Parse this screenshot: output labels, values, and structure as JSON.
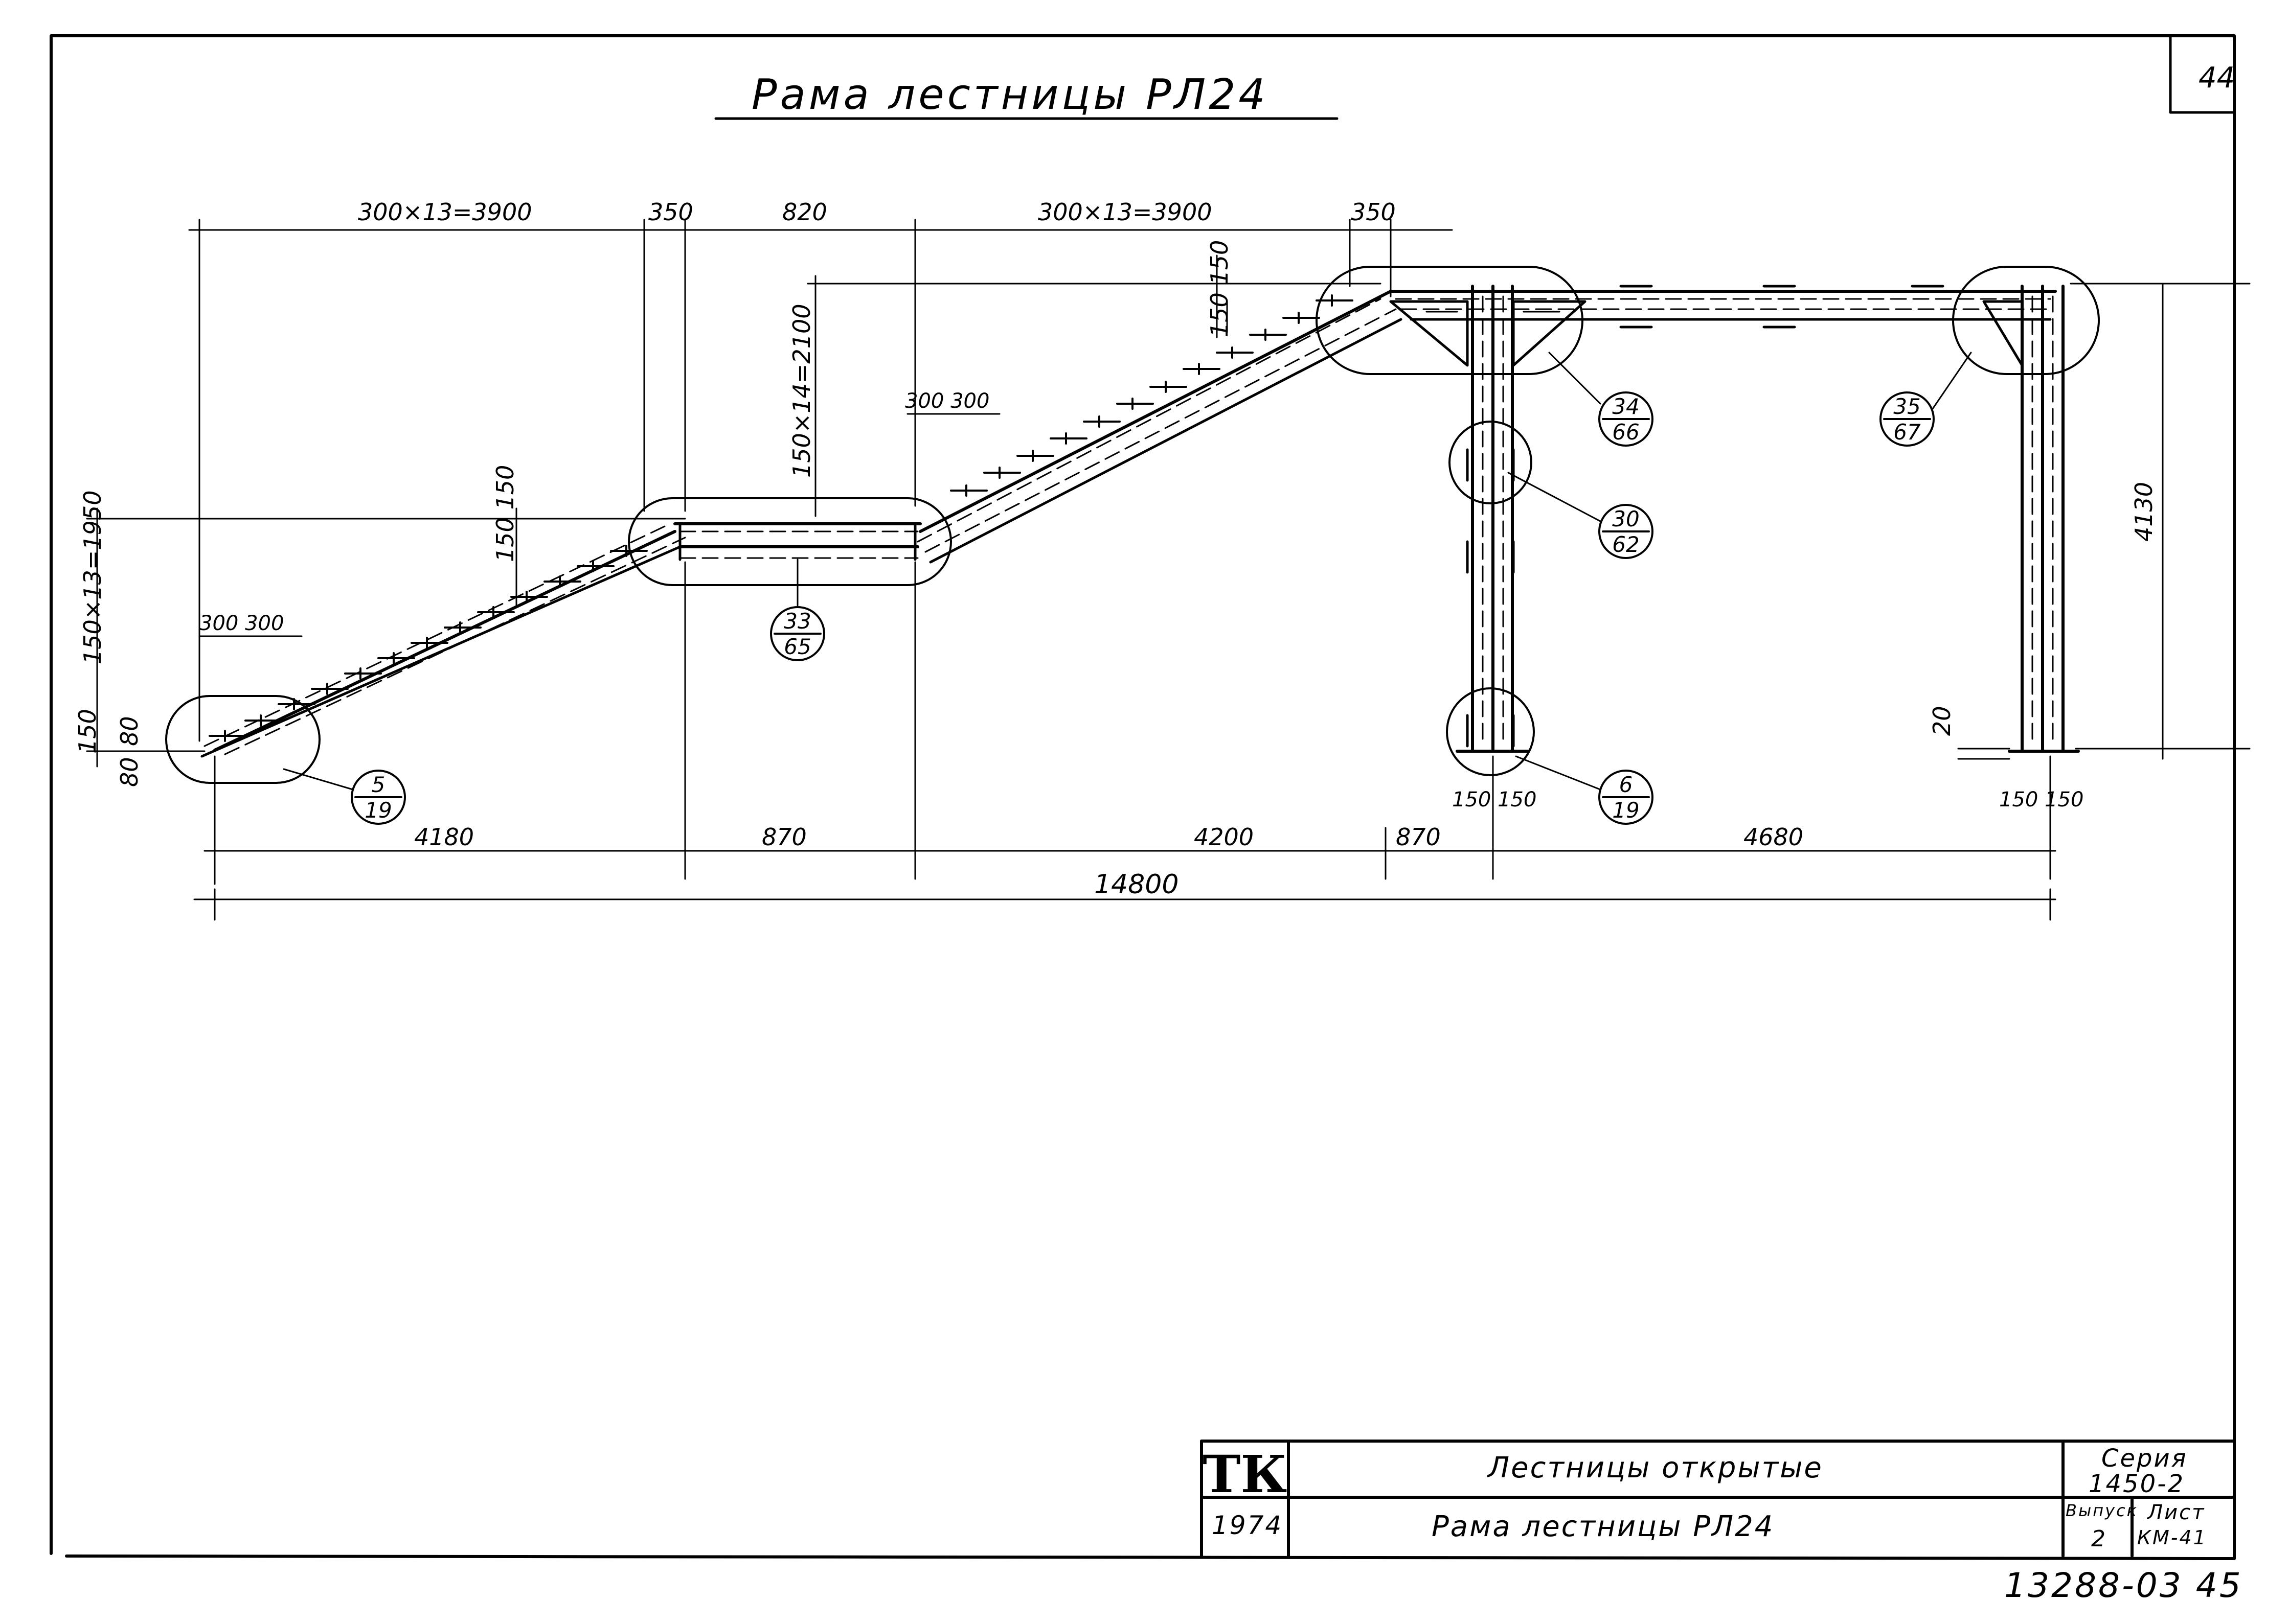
{
  "title": "Рама лестницы РЛ24",
  "sheet_number": "44",
  "document_code": "13288-03 45",
  "dimensions": {
    "top_flight1": "300×13=3900",
    "top_350_a": "350",
    "top_820": "820",
    "top_flight2": "300×13=3900",
    "top_350_b": "350",
    "rise_lower": "150×13=1950",
    "rise_upper": "150×14=2100",
    "tread_lower": "300 300",
    "tread_upper": "300 300",
    "riser_lower": "150 150",
    "riser_upper": "150 150",
    "base_150": "150",
    "base_80a": "80",
    "base_80b": "80",
    "height_4130": "4130",
    "base_20": "20",
    "bot_4180": "4180",
    "bot_870a": "870",
    "bot_4200": "4200",
    "bot_870b": "870",
    "bot_4680": "4680",
    "col_150_150_a": "150 150",
    "col_150_150_b": "150 150",
    "total": "14800"
  },
  "callouts": [
    {
      "top": "5",
      "bottom": "19"
    },
    {
      "top": "33",
      "bottom": "65"
    },
    {
      "top": "34",
      "bottom": "66"
    },
    {
      "top": "30",
      "bottom": "62"
    },
    {
      "top": "35",
      "bottom": "67"
    },
    {
      "top": "6",
      "bottom": "19"
    }
  ],
  "title_block": {
    "stamp": "ТК",
    "year": "1974",
    "line1": "Лестницы открытые",
    "line2": "Рама лестницы РЛ24",
    "series_label": "Серия",
    "series_value": "1450-2",
    "issue_label": "Выпуск",
    "issue_value": "2",
    "sheet_label": "Лист",
    "sheet_value": "КМ-41"
  }
}
